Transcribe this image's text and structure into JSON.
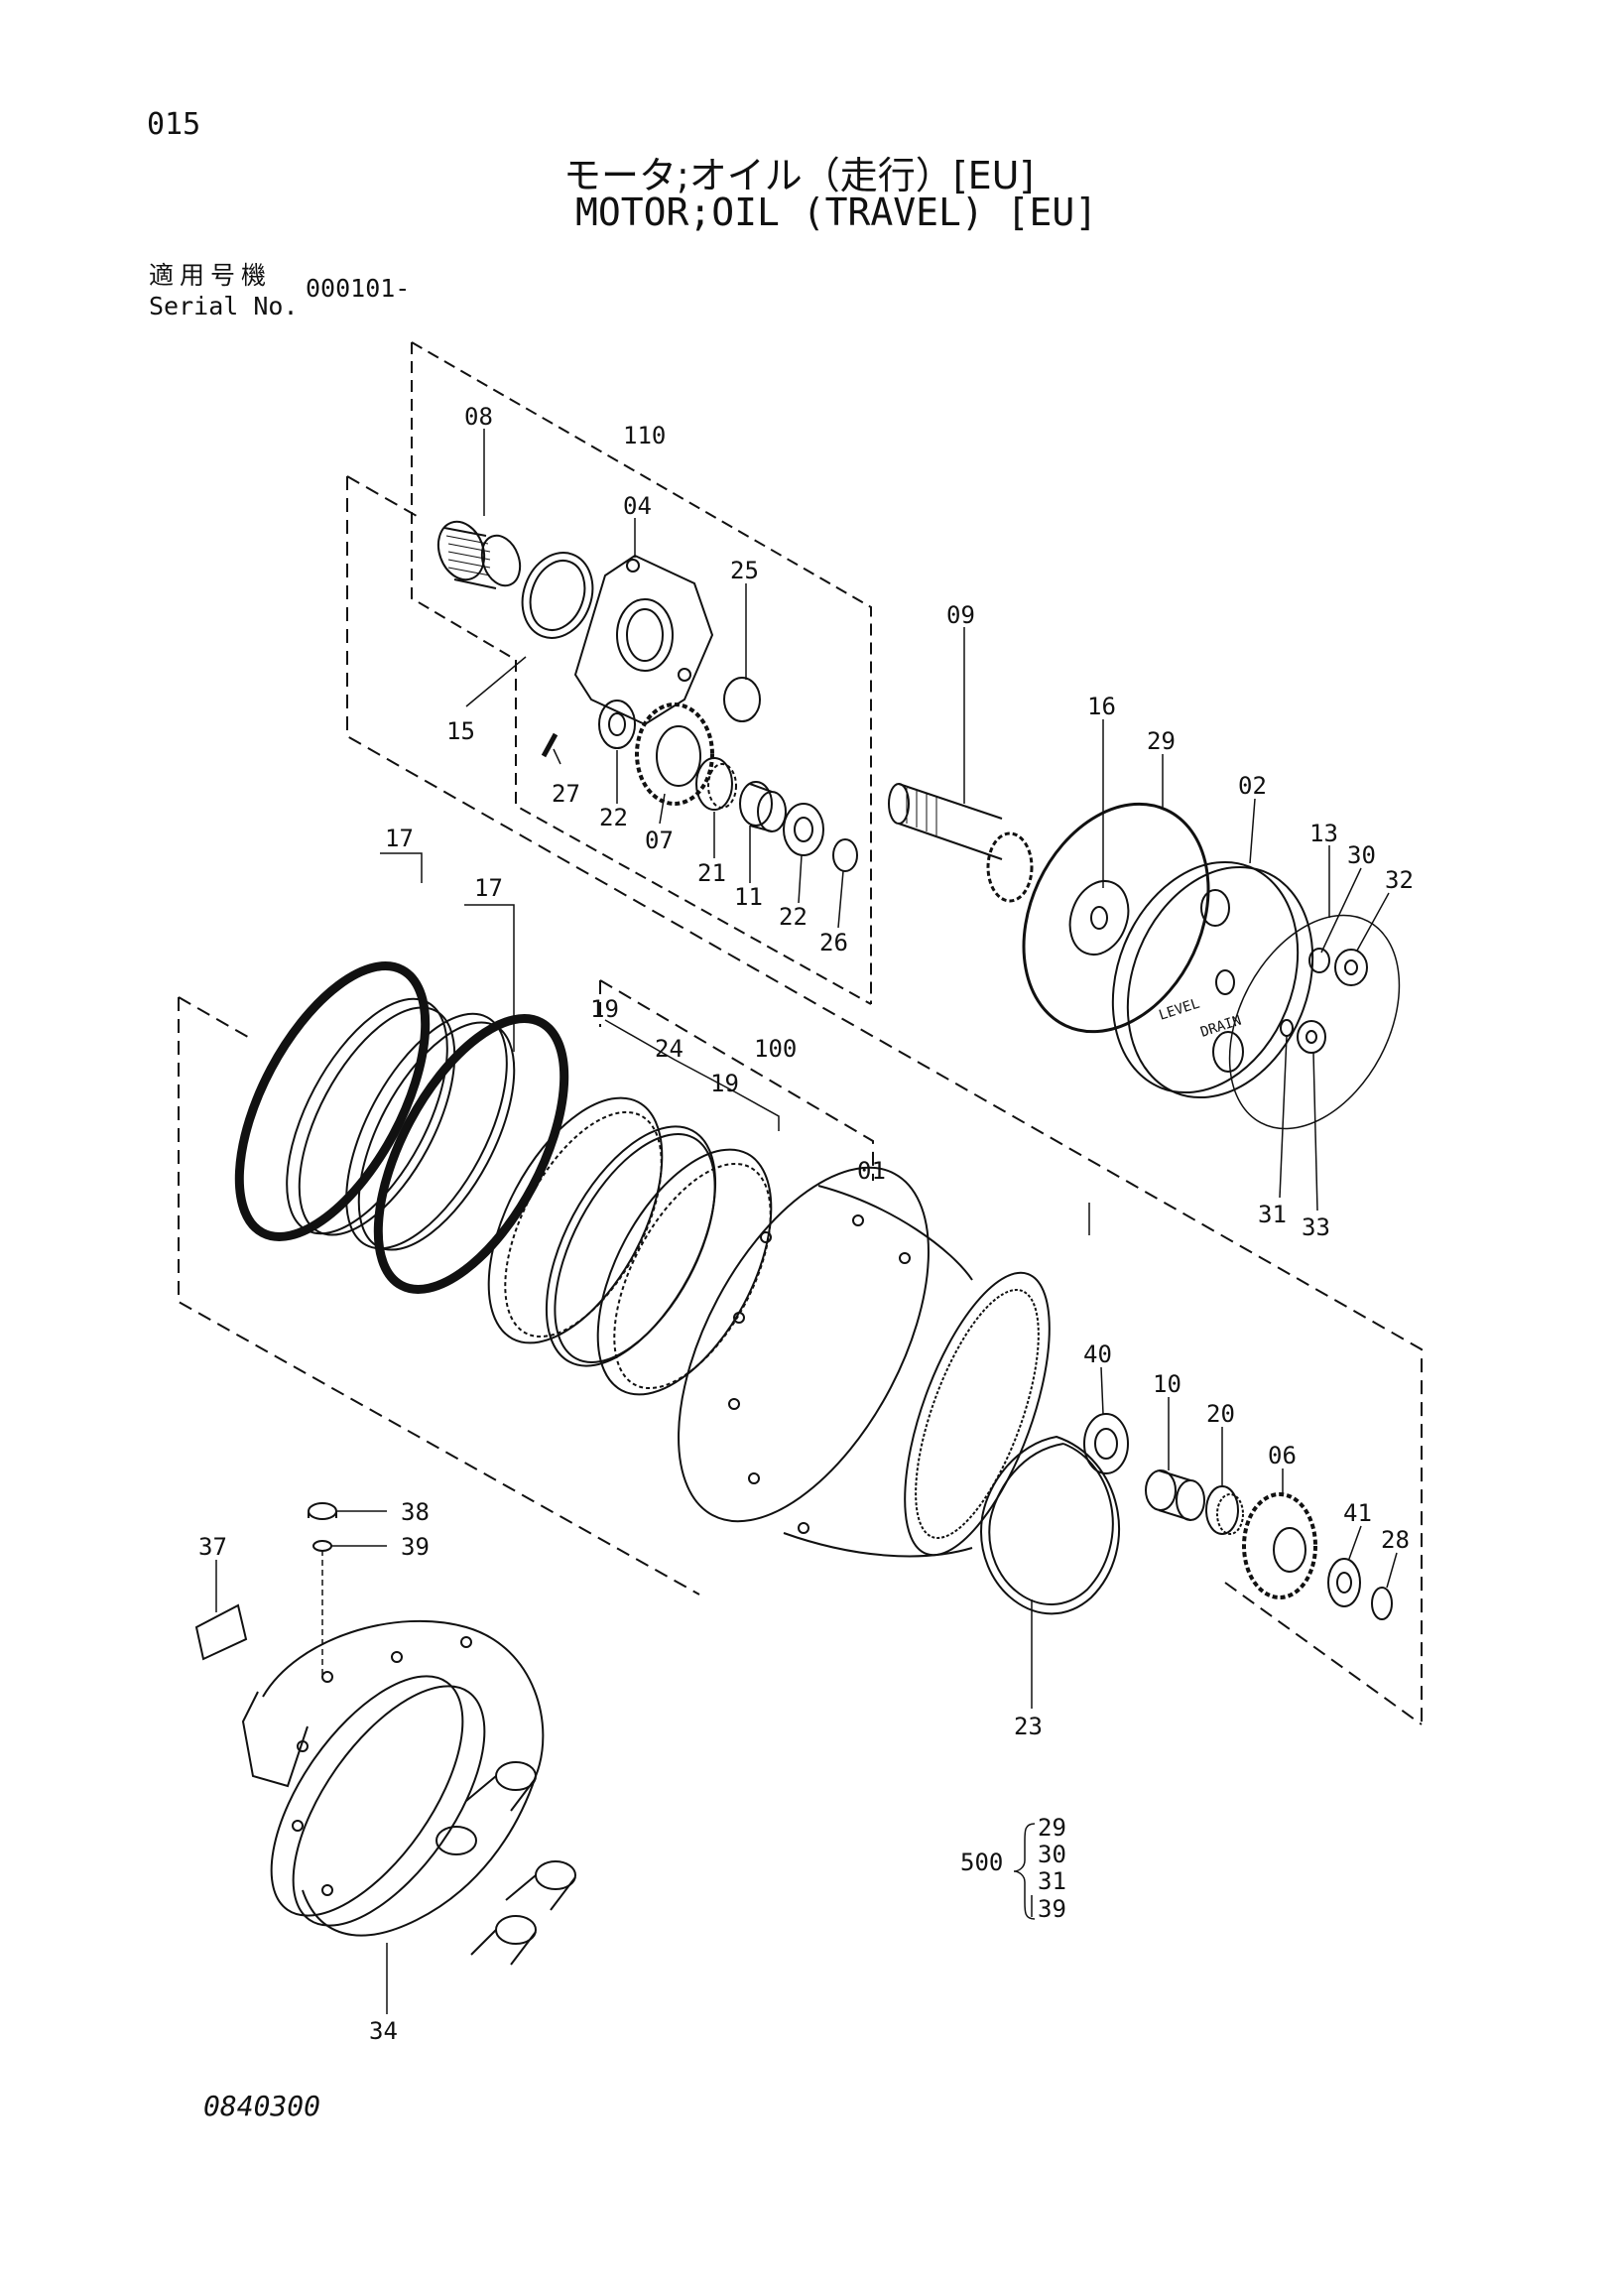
{
  "page_number": "015",
  "title_jp": "モータ;オイル（走行）[EU]",
  "title_en": "MOTOR;OIL (TRAVEL) [EU]",
  "serial": {
    "label_jp": "適用号機",
    "label_en": "Serial No.",
    "value": "000101-"
  },
  "document_code": "0840300",
  "kit": {
    "number": "500",
    "parts": [
      "29",
      "30",
      "31",
      "39"
    ]
  },
  "callouts": [
    "08",
    "110",
    "04",
    "25",
    "09",
    "15",
    "27",
    "22",
    "07",
    "21",
    "11",
    "22",
    "26",
    "16",
    "29",
    "02",
    "13",
    "30",
    "32",
    "31",
    "33",
    "17",
    "17",
    "19",
    "24",
    "100",
    "19",
    "01",
    "40",
    "10",
    "20",
    "06",
    "41",
    "28",
    "23",
    "37",
    "38",
    "39",
    "34"
  ],
  "diagram_text": {
    "level": "LEVEL",
    "drain": "DRAIN"
  }
}
